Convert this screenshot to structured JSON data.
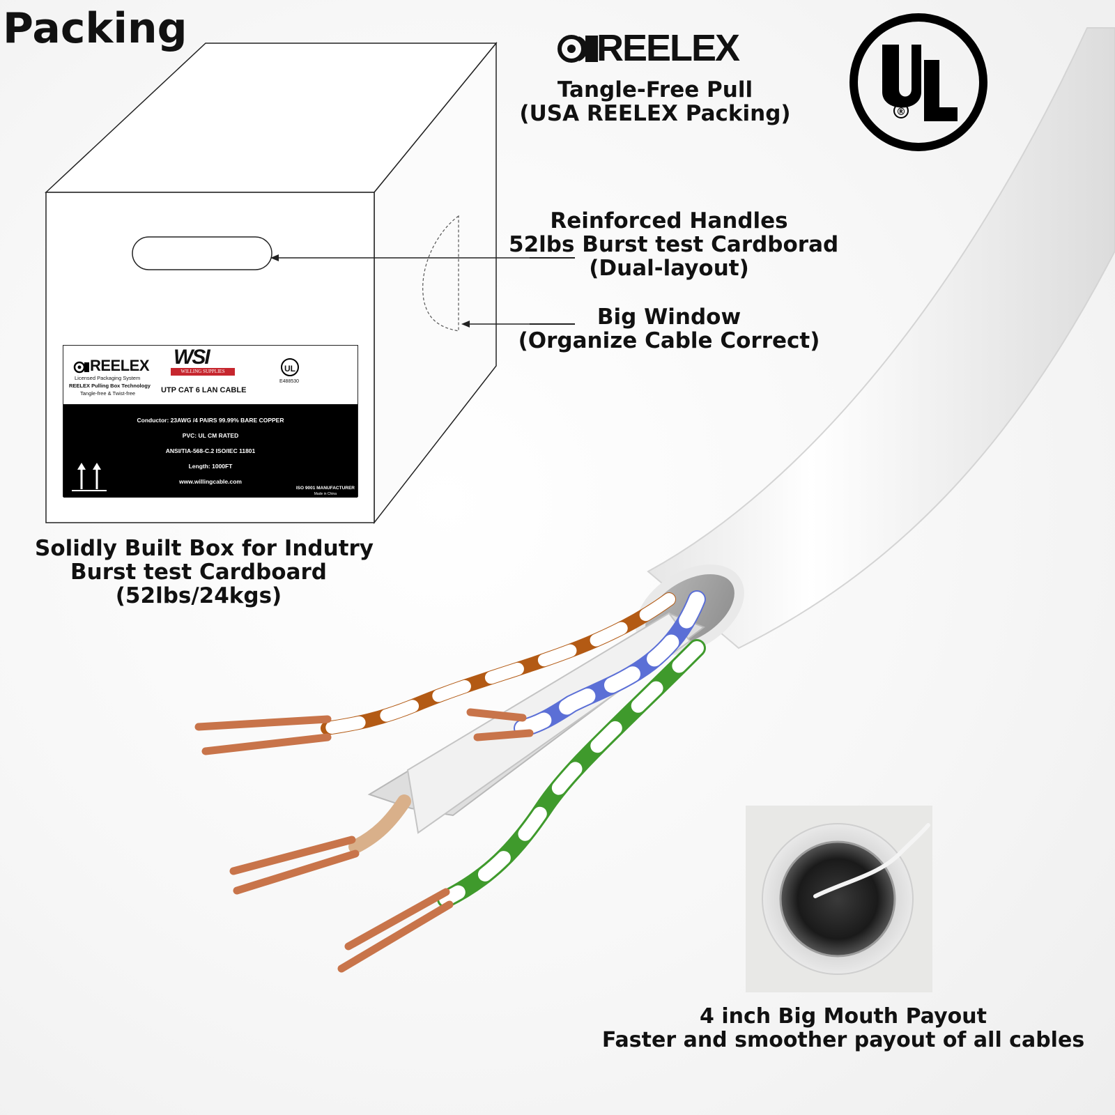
{
  "page": {
    "title": "Packing"
  },
  "reelex": {
    "logo_text": "REELEX",
    "caption_lines": [
      "Tangle-Free Pull",
      "(USA REELEX Packing)"
    ]
  },
  "ul_logo": {
    "text": "UL",
    "registered": "®"
  },
  "callouts": {
    "handles": [
      "Reinforced Handles",
      "52lbs Burst test Cardborad",
      "(Dual-layout)"
    ],
    "window": [
      "Big Window",
      "(Organize Cable Correct)"
    ],
    "box": [
      "Solidly Built Box for Indutry",
      "Burst test  Cardboard",
      "(52lbs/24kgs)"
    ],
    "payout": [
      "4 inch Big Mouth Payout",
      "Faster and smoother payout of all cables"
    ]
  },
  "box_label": {
    "reelex_logo": "REELEX",
    "reelex_sub1": "Licensed Packaging System",
    "reelex_sub2": "REELEX Pulling Box Technology",
    "reelex_sub3": "Tangle-free & Twist-free",
    "brand_logo": "WSI",
    "brand_name": "WILLING SUPPLIES",
    "product": "UTP CAT 6 LAN CABLE",
    "ul_mark": "UL",
    "ul_code": "E488530",
    "specs": [
      "Conductor: 23AWG /4 PAIRS   99.99% BARE COPPER",
      "PVC: UL CM RATED",
      "ANSI/TIA-568-C.2  ISO/IEC  11801",
      "Length: 1000FT",
      "www.willingcable.com"
    ],
    "iso": "ISO 9001 MANUFACTURER",
    "made_in": "Made in China"
  },
  "colors": {
    "orange_pair": "#b35a14",
    "blue_pair": "#5b6fd6",
    "green_pair": "#3f9a2c",
    "copper": "#c8744a",
    "jacket": "#f4f4f4"
  }
}
